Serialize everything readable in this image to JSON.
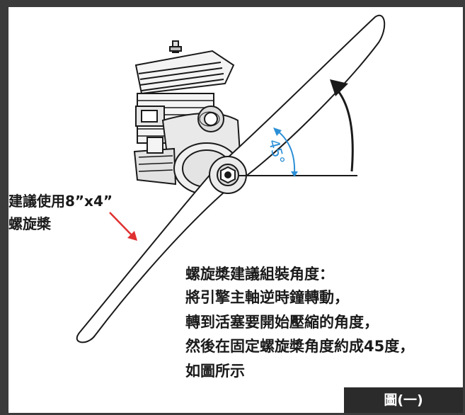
{
  "diagram": {
    "recommendation": {
      "line1": "建議使用8”x4”",
      "line2": "螺旋槳"
    },
    "angle_label": "45°",
    "instructions": [
      "螺旋槳建議組裝角度：",
      "將引擎主軸逆時鐘轉動，",
      "轉到活塞要開始壓縮的角度，",
      "然後在固定螺旋槳角度約成45度，",
      "如圖所示"
    ],
    "figure_tag": "圖(一)",
    "colors": {
      "frame": "#3b3b3b",
      "angle_arc": "#2b8fd6",
      "pointer_arrow": "#e03030",
      "tag_bg": "#2b2b2b"
    },
    "icons": [
      "engine-illustration",
      "propeller-illustration",
      "rotation-arrow-icon",
      "pointer-arrow-icon"
    ]
  }
}
